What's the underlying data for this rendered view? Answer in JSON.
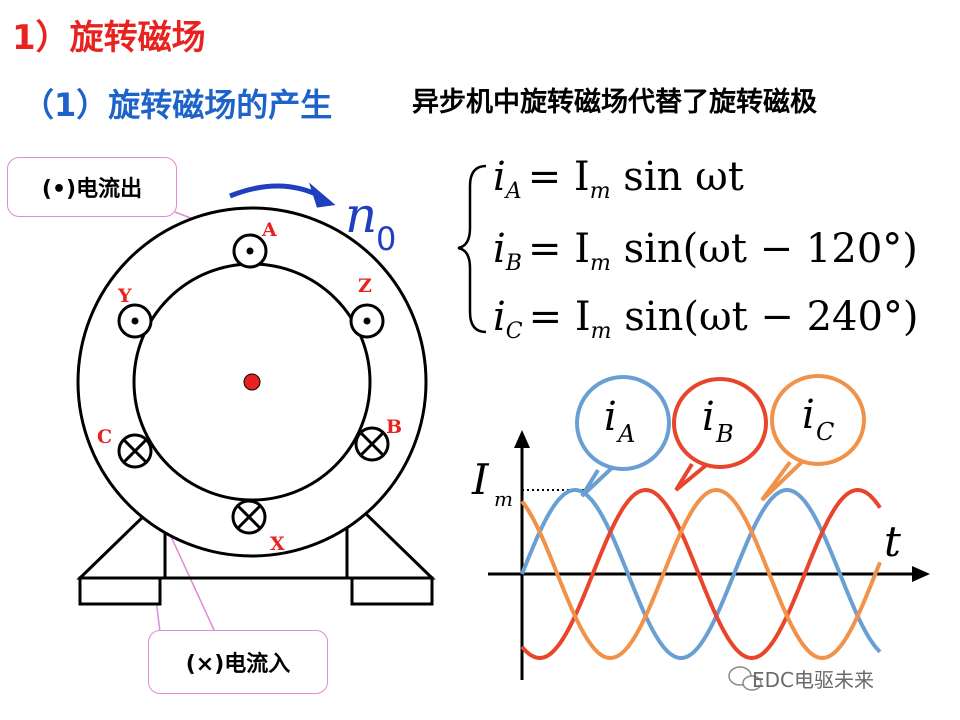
{
  "heading": {
    "title": "1）旋转磁场",
    "subtitle": "（1）旋转磁场的产生",
    "description": "异步机中旋转磁场代替了旋转磁极"
  },
  "motor": {
    "speed_label": "n",
    "speed_sub": "0",
    "callout_out": "(•)电流出",
    "callout_in": "(×)电流入",
    "slots": [
      {
        "label": "A",
        "mark": "dot"
      },
      {
        "label": "Z",
        "mark": "dot"
      },
      {
        "label": "B",
        "mark": "cross"
      },
      {
        "label": "X",
        "mark": "cross"
      },
      {
        "label": "C",
        "mark": "cross"
      },
      {
        "label": "Y",
        "mark": "dot"
      }
    ],
    "colors": {
      "labels": "#e8231f",
      "arrow": "#1f3fbf",
      "center": "#e8231f",
      "callout_border": "#e18ad6"
    }
  },
  "equations": [
    {
      "sym": "i",
      "sub": "A",
      "rhs": "= I",
      "rsub": "m",
      "tail": " sin ωt"
    },
    {
      "sym": "i",
      "sub": "B",
      "rhs": "= I",
      "rsub": "m",
      "tail": " sin(ωt − 120°)"
    },
    {
      "sym": "i",
      "sub": "C",
      "rhs": "= I",
      "rsub": "m",
      "tail": " sin(ωt − 240°)"
    }
  ],
  "chart_data": {
    "type": "line",
    "x_label": "t",
    "amplitude_label": "I",
    "amplitude_sub": "m",
    "series": [
      {
        "name": "iA",
        "sym": "i",
        "sub": "A",
        "phase_deg": 0,
        "color": "#6a9fd4"
      },
      {
        "name": "iB",
        "sym": "i",
        "sub": "B",
        "phase_deg": -120,
        "color": "#e8452a"
      },
      {
        "name": "iC",
        "sym": "i",
        "sub": "C",
        "phase_deg": -240,
        "color": "#f0924a"
      }
    ]
  },
  "watermark": "EDC电驱未来"
}
